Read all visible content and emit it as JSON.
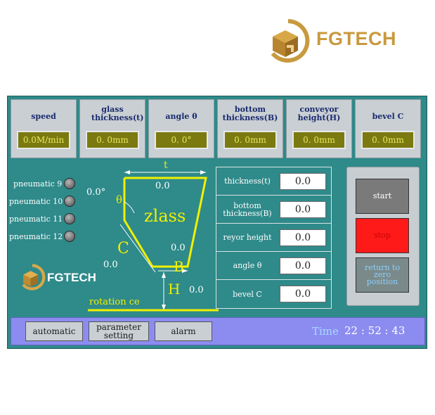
{
  "brand": {
    "name": "FGTECH",
    "color": "#c89a3e"
  },
  "params": [
    {
      "label": "speed",
      "value": "0.0M/min"
    },
    {
      "label": "glass thickness(t)",
      "value": "0. 0mm"
    },
    {
      "label": "angle θ",
      "value": "0. 0°"
    },
    {
      "label": "bottom thickness(B)",
      "value": "0. 0mm"
    },
    {
      "label": "conveyor height(H)",
      "value": "0. 0mm"
    },
    {
      "label": "bevel C",
      "value": "0. 0mm"
    }
  ],
  "pneumatics": [
    "pneumatic 9",
    "pneumatic 10",
    "pneumatic 11",
    "pneumatic 12"
  ],
  "diagram": {
    "t_label": "t",
    "t_value": "0.0",
    "angle_value": "0.0°",
    "theta_label": "θ",
    "glass_label": "zlass",
    "c_label": "C",
    "c_value": "0.0",
    "b_label": "B",
    "b_value": "0.0",
    "h_label": "H",
    "h_value": "0.0",
    "rotation_label": "rotation ce"
  },
  "form": [
    {
      "label": "thickness(t)",
      "value": "0.0"
    },
    {
      "label": "bottom thickness(B)",
      "value": "0.0"
    },
    {
      "label": "reyor height",
      "value": "0.0"
    },
    {
      "label": "angle θ",
      "value": "0.0"
    },
    {
      "label": "bevel C",
      "value": "0.0"
    }
  ],
  "controls": {
    "start": "start",
    "stop": "stop",
    "return_zero": "return to zero position"
  },
  "bottom": {
    "automatic": "automatic",
    "parameter_setting": "parameter setting",
    "alarm": "alarm",
    "time_label": "Time",
    "time_value": "22 : 52 : 43"
  },
  "colors": {
    "panel": "#2f8a8a",
    "stop": "#ff1a1a",
    "start": "#7a7a7a",
    "return_zero": "#7a8a8a",
    "value_bg": "#7a7a10",
    "bottom_bar": "#8c8cf0"
  }
}
